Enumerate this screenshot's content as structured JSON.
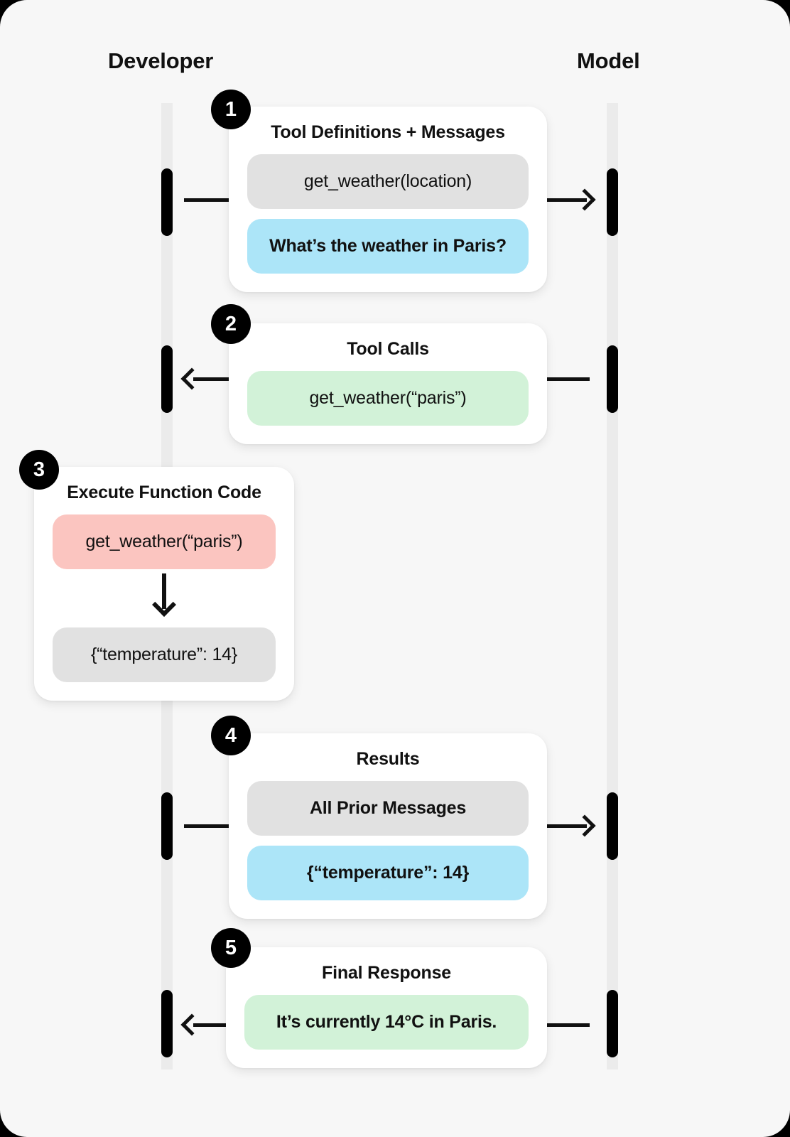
{
  "columns": {
    "developer": "Developer",
    "model": "Model"
  },
  "colors": {
    "background": "#f7f7f7",
    "card": "#ffffff",
    "grey_bubble": "#e1e1e1",
    "blue_bubble": "#ace5f8",
    "green_bubble": "#d2f2d8",
    "pink_bubble": "#fbc5c0",
    "ink": "#111111",
    "lifeline_track": "#ebebeb",
    "badge": "#000000"
  },
  "steps": [
    {
      "number": "1",
      "title": "Tool Definitions + Messages",
      "direction": "developer-to-model",
      "bubbles": [
        {
          "text": "get_weather(location)",
          "color": "grey"
        },
        {
          "text": "What’s the weather in Paris?",
          "color": "blue"
        }
      ]
    },
    {
      "number": "2",
      "title": "Tool Calls",
      "direction": "model-to-developer",
      "bubbles": [
        {
          "text": "get_weather(“paris”)",
          "color": "green"
        }
      ]
    },
    {
      "number": "3",
      "title": "Execute Function Code",
      "direction": "local",
      "bubbles": [
        {
          "text": "get_weather(“paris”)",
          "color": "pink"
        },
        {
          "text": "{“temperature”: 14}",
          "color": "grey"
        }
      ],
      "arrow_icon": "down-arrow-icon"
    },
    {
      "number": "4",
      "title": "Results",
      "direction": "developer-to-model",
      "bubbles": [
        {
          "text": "All Prior Messages",
          "color": "grey"
        },
        {
          "text": "{“temperature”: 14}",
          "color": "blue"
        }
      ]
    },
    {
      "number": "5",
      "title": "Final Response",
      "direction": "model-to-developer",
      "bubbles": [
        {
          "text": "It’s currently 14°C in Paris.",
          "color": "green"
        }
      ]
    }
  ]
}
